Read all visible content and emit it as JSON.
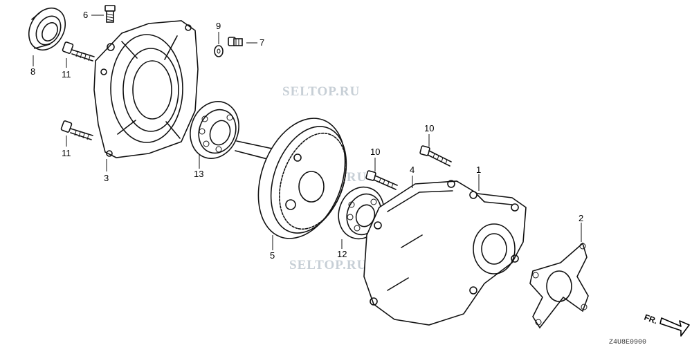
{
  "watermarks": [
    "SELTOP.RU",
    "SELTOP.RU",
    "SELTOP.RU"
  ],
  "callouts": [
    "1",
    "2",
    "3",
    "4",
    "5",
    "6",
    "7",
    "8",
    "9",
    "10",
    "10",
    "11",
    "11",
    "12",
    "13"
  ],
  "direction_label": "FR.",
  "diagram_code": "Z4U8E0900"
}
